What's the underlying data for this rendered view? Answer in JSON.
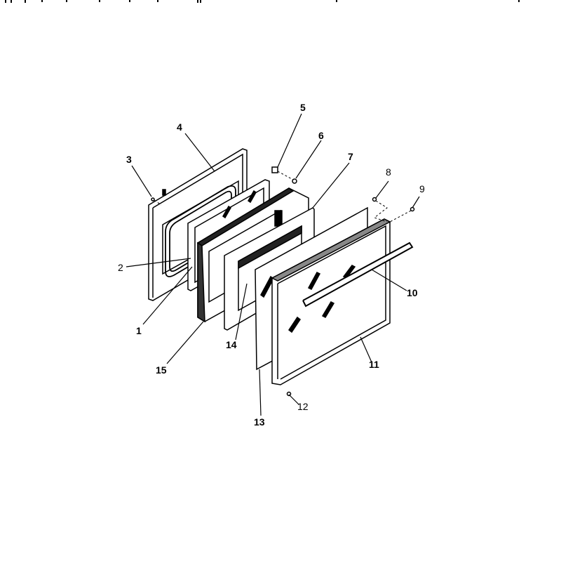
{
  "diagram": {
    "type": "exploded-parts-view",
    "subject": "oven door assembly",
    "callouts": [
      {
        "id": "1",
        "text": "1"
      },
      {
        "id": "2",
        "text": "2"
      },
      {
        "id": "3",
        "text": "3"
      },
      {
        "id": "4",
        "text": "4"
      },
      {
        "id": "5",
        "text": "5"
      },
      {
        "id": "6",
        "text": "6"
      },
      {
        "id": "7",
        "text": "7"
      },
      {
        "id": "8",
        "text": "8"
      },
      {
        "id": "9",
        "text": "9"
      },
      {
        "id": "10",
        "text": "10"
      },
      {
        "id": "11",
        "text": "11"
      },
      {
        "id": "12",
        "text": "12"
      },
      {
        "id": "13",
        "text": "13"
      },
      {
        "id": "14",
        "text": "14"
      },
      {
        "id": "15",
        "text": "15"
      }
    ]
  }
}
